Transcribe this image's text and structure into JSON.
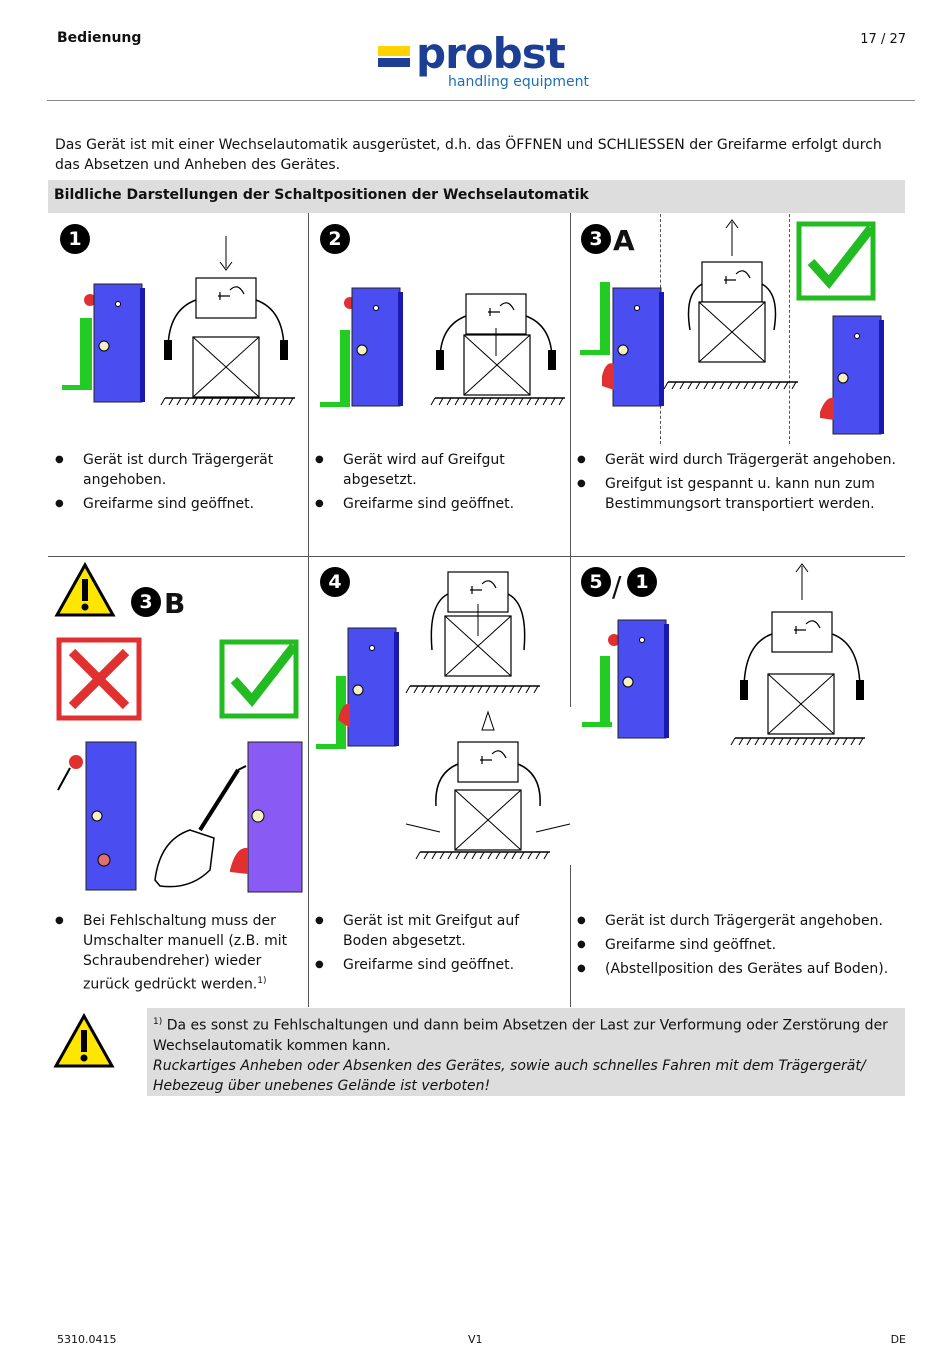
{
  "header": {
    "section": "Bedienung",
    "page": "17 / 27",
    "logo_word": "probst",
    "logo_sub": "handling equipment"
  },
  "intro": "Das Gerät ist mit einer Wechselautomatik ausgerüstet, d.h. das ÖFFNEN und SCHLIESSEN der Greifarme erfolgt durch das Absetzen und Anheben des Gerätes.",
  "section_title": "Bildliche Darstellungen der Schaltpositionen der Wechselautomatik",
  "steps": [
    {
      "number": "1",
      "suffix": "",
      "bullets": [
        "Gerät ist durch Trägergerät angehoben.",
        "Greifarme sind geöffnet."
      ]
    },
    {
      "number": "2",
      "suffix": "",
      "bullets": [
        "Gerät wird auf Greifgut abgesetzt.",
        "Greifarme sind geöffnet."
      ]
    },
    {
      "number": "3",
      "suffix": "A",
      "bullets": [
        "Gerät wird durch Trägergerät angehoben.",
        "Greifgut ist gespannt u. kann nun zum Bestimmungsort transportiert werden."
      ]
    },
    {
      "number": "3",
      "suffix": "B",
      "bullets": [
        "Bei Fehlschaltung muss der Umschalter manuell (z.B. mit Schraubendreher) wieder zurück gedrückt werden."
      ],
      "footnote_mark": "1)"
    },
    {
      "number": "4",
      "suffix": "",
      "bullets": [
        "Gerät ist mit Greifgut auf Boden abgesetzt.",
        "Greifarme sind geöffnet."
      ]
    },
    {
      "number": "5",
      "suffix": "",
      "slash": "/",
      "number2": "1",
      "bullets": [
        "Gerät ist durch Trägergerät angehoben.",
        "Greifarme sind geöffnet.",
        "(Abstellposition des Gerätes auf Boden)."
      ]
    }
  ],
  "note": {
    "mark": "1)",
    "text": "Da es sonst zu Fehlschaltungen und dann beim Absetzen der Last zur Verformung oder Zerstörung der Wechselautomatik kommen kann.",
    "warning": "Ruckartiges Anheben oder Absenken des Gerätes, sowie auch schnelles Fahren mit dem Trägergerät/ Hebezeug über unebenes Gelände ist verboten!"
  },
  "footer": {
    "doc": "5310.0415",
    "version": "V1",
    "lang": "DE"
  },
  "colors": {
    "device": "#4a4df0",
    "device_edge": "#1a1ab0",
    "lever": "#22cc22",
    "red": "#e03030",
    "check": "#22bb22",
    "warn_yellow": "#ffe600",
    "brand": "#1c3f94"
  },
  "icons": [
    "warning-triangle-icon",
    "check-box-icon",
    "cross-box-icon",
    "screwdriver-hand-icon",
    "arrow-down-icon",
    "arrow-up-icon"
  ]
}
